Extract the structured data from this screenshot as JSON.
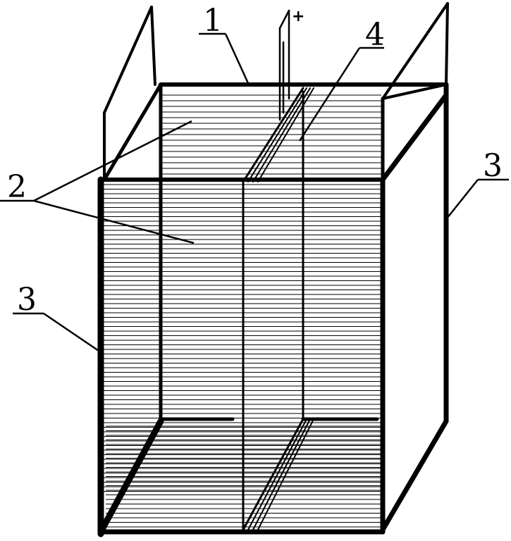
{
  "diagram": {
    "callouts": [
      {
        "id": "electrode-plate",
        "label": "1"
      },
      {
        "id": "liquid-layers",
        "label": "2"
      },
      {
        "id": "side-wall-right",
        "label": "3"
      },
      {
        "id": "side-wall-left",
        "label": "3"
      },
      {
        "id": "partition-plate",
        "label": "4"
      }
    ],
    "electrode_polarity": "+",
    "colors": {
      "line": "#000000",
      "background": "#ffffff"
    }
  }
}
